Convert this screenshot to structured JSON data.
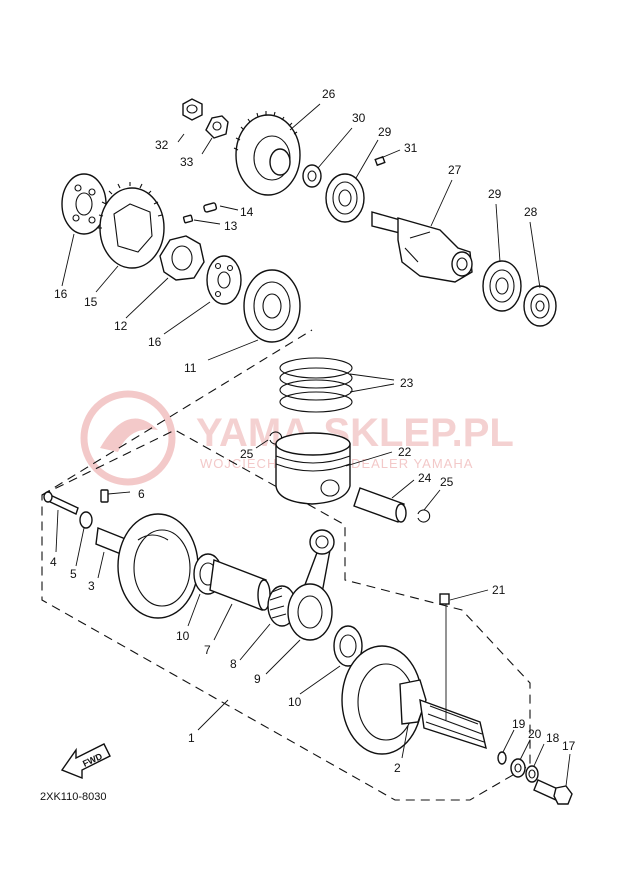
{
  "watermark": {
    "brand": "YAMA-SKLEP.PL",
    "tagline": "WOJCIECH MOWCZ | DEALER YAMAHA"
  },
  "diagram": {
    "code": "2XK110-8030",
    "fwd_label": "FWD",
    "callouts": {
      "c1": "1",
      "c2": "2",
      "c3": "3",
      "c4": "4",
      "c5": "5",
      "c6": "6",
      "c7": "7",
      "c8": "8",
      "c9": "9",
      "c10a": "10",
      "c10b": "10",
      "c11": "11",
      "c12": "12",
      "c13": "13",
      "c14": "14",
      "c15": "15",
      "c16a": "16",
      "c16b": "16",
      "c17": "17",
      "c18": "18",
      "c19": "19",
      "c20": "20",
      "c21": "21",
      "c22": "22",
      "c23": "23",
      "c24": "24",
      "c25a": "25",
      "c25b": "25",
      "c26": "26",
      "c27": "27",
      "c28": "28",
      "c29a": "29",
      "c29b": "29",
      "c30": "30",
      "c31": "31",
      "c32": "32",
      "c33": "33"
    }
  },
  "colors": {
    "line": "#111111",
    "watermark": "#f3c9c9",
    "background": "#ffffff"
  }
}
